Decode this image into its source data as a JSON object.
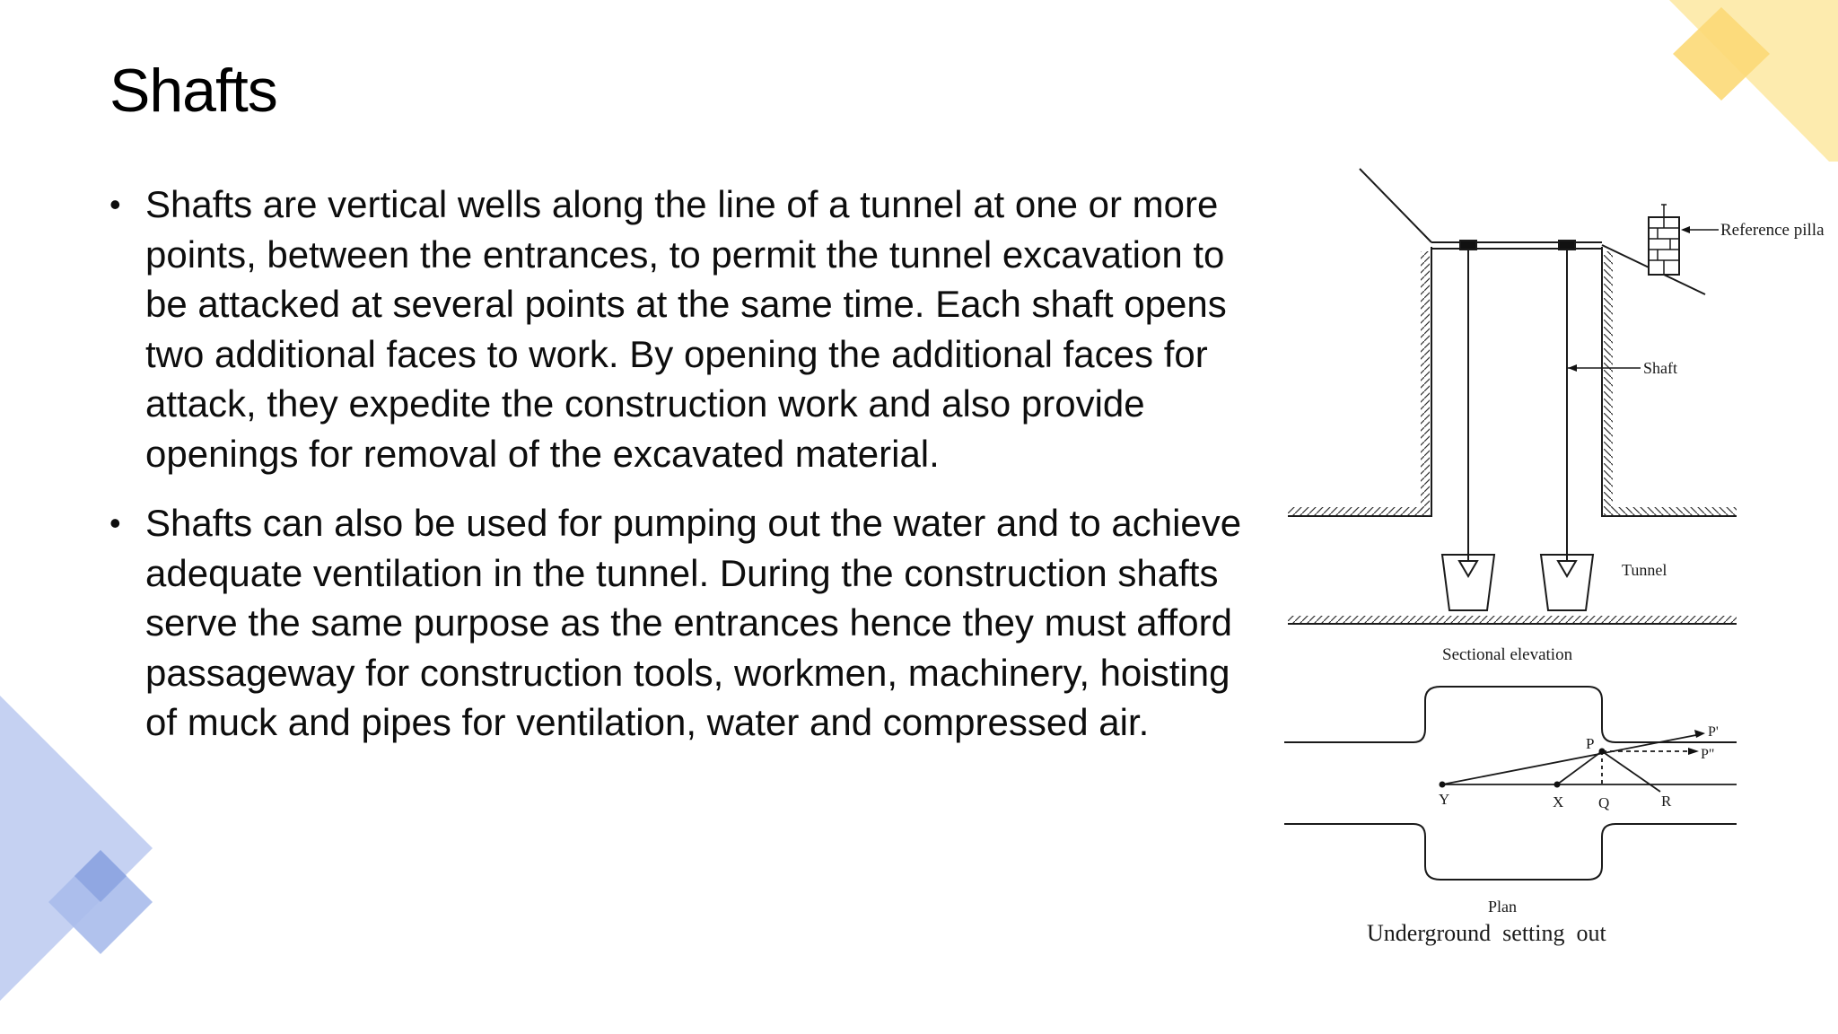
{
  "slide": {
    "title": "Shafts",
    "bullets": [
      {
        "text": "Shafts are vertical wells along the line of a tunnel at one or more points, between the entrances, to permit the tunnel excavation to be attacked at several points at the same time. Each shaft opens two additional faces to work. By opening the additional faces for attack, they expedite the construction work and also provide openings for removal of the excavated material."
      },
      {
        "text": "Shafts can also be used for pumping out the water and to achieve adequate ventilation in the tunnel. During the construction shafts serve the same purpose as the entrances hence they must afford passageway for construction tools, workmen, machinery, hoisting of muck and pipes for ventilation, water and compressed air."
      }
    ]
  },
  "figure": {
    "labels": {
      "reference_pillar": "Reference pilla",
      "shaft": "Shaft",
      "tunnel": "Tunnel",
      "sectional_elevation": "Sectional elevation",
      "p_prime": "P'",
      "p_double_prime": "P\"",
      "p": "P",
      "y": "Y",
      "x": "X",
      "q": "Q",
      "r": "R",
      "plan": "Plan",
      "caption": "Underground  setting  out"
    }
  },
  "colors": {
    "accent_yellow": "#fde08a",
    "accent_yellow_dark": "#fcd34d",
    "accent_blue": "#b7c6ee",
    "accent_blue_dark": "#8aa3e3"
  }
}
